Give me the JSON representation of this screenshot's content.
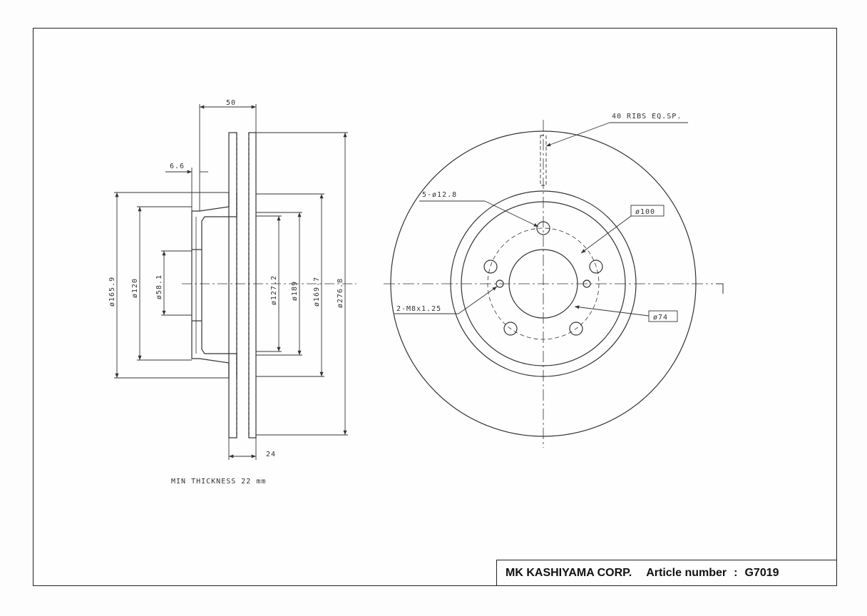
{
  "drawing": {
    "dimensions": {
      "width": "50",
      "hat_thickness": "6.6",
      "hat_diameter": "ø165.9",
      "inner_diameter": "ø120",
      "center_bore": "ø58.1",
      "bore_127": "ø127.2",
      "bore_169": "ø169.7",
      "outer_diameter": "ø276.8",
      "diameter_189": "ø189",
      "disc_thickness": "24"
    },
    "notes": {
      "ribs": "40 RIBS EQ.SP.",
      "bolt_holes": "5-ø12.8",
      "pcd": "ø100",
      "threaded_holes": "2-M8x1.25",
      "pilot": "ø74",
      "min_thickness": "MIN THICKNESS 22 mm"
    }
  },
  "title_block": {
    "company": "MK KASHIYAMA CORP.",
    "article_label": "Article number",
    "separator": ":",
    "article_number": "G7019"
  }
}
